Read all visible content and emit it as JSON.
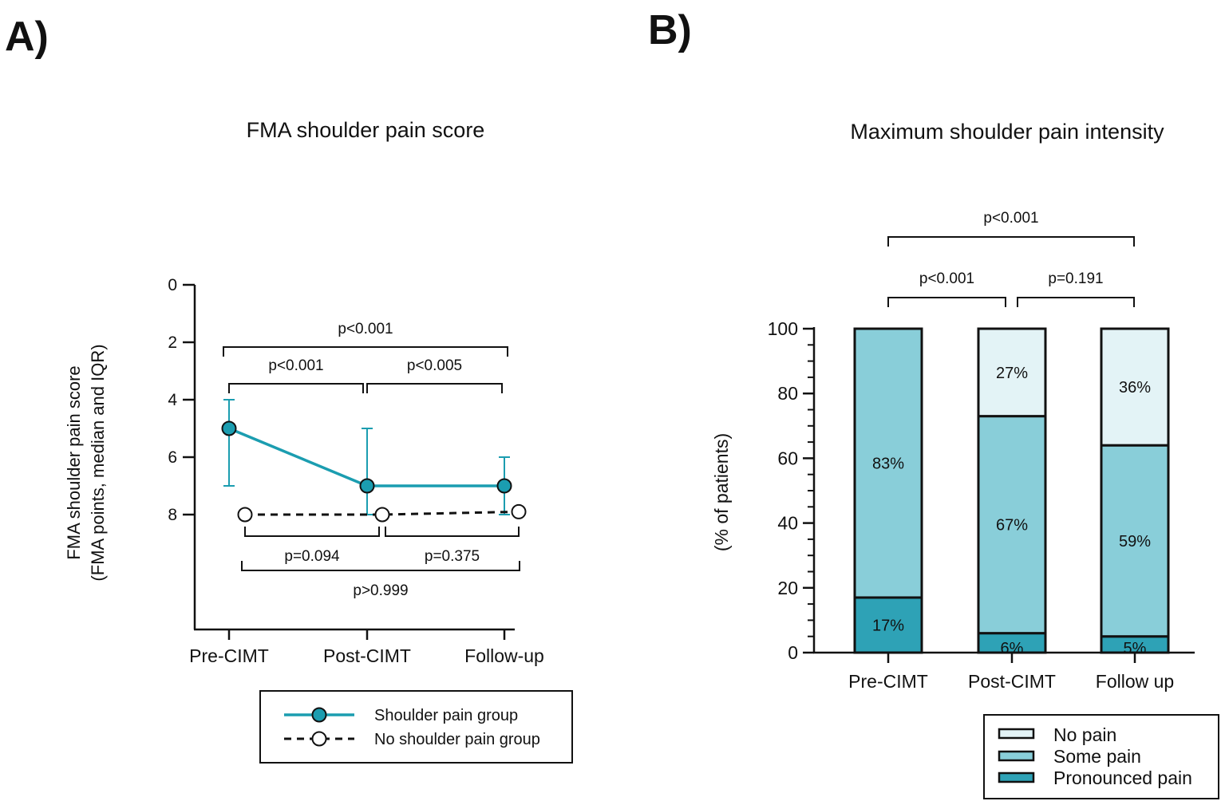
{
  "panel_a": {
    "label": "A)",
    "chart_data": {
      "type": "line",
      "title": "FMA shoulder pain score",
      "ylabel_line1": "FMA shoulder pain score",
      "ylabel_line2": "(FMA points, median and IQR)",
      "categories": [
        "Pre-CIMT",
        "Post-CIMT",
        "Follow-up"
      ],
      "y_ticks": [
        "0",
        "2",
        "4",
        "6",
        "8"
      ],
      "y_axis": "inverted",
      "ylim": [
        0,
        12
      ],
      "series": [
        {
          "name": "Shoulder pain group",
          "median": [
            5,
            7,
            7
          ],
          "iqr_low": [
            4,
            5,
            6
          ],
          "iqr_high": [
            7,
            8,
            8
          ],
          "color": "#1b9db0",
          "marker": "filled-circle",
          "line": "solid"
        },
        {
          "name": "No shoulder pain group",
          "median": [
            8,
            8,
            7.9
          ],
          "color": "#111111",
          "marker": "open-circle",
          "line": "dashed"
        }
      ],
      "comparisons_top": [
        {
          "from": "Pre-CIMT",
          "to": "Follow-up",
          "label": "p<0.001"
        },
        {
          "from": "Pre-CIMT",
          "to": "Post-CIMT",
          "label": "p<0.001"
        },
        {
          "from": "Post-CIMT",
          "to": "Follow-up",
          "label": "p<0.005"
        }
      ],
      "comparisons_bottom": [
        {
          "from": "Pre-CIMT",
          "to": "Post-CIMT",
          "label": "p=0.094"
        },
        {
          "from": "Post-CIMT",
          "to": "Follow-up",
          "label": "p=0.375"
        },
        {
          "from": "Pre-CIMT",
          "to": "Follow-up",
          "label": "p>0.999"
        }
      ],
      "legend": [
        "Shoulder pain group",
        "No shoulder pain group"
      ],
      "legend_position": "bottom"
    }
  },
  "panel_b": {
    "label": "B)",
    "chart_data": {
      "type": "bar",
      "stacked": true,
      "title": "Maximum shoulder pain intensity",
      "ylabel": "(% of patients)",
      "categories": [
        "Pre-CIMT",
        "Post-CIMT",
        "Follow up"
      ],
      "y_ticks": [
        "0",
        "20",
        "40",
        "60",
        "80",
        "100"
      ],
      "ylim": [
        0,
        100
      ],
      "series": [
        {
          "name": "Pronounced pain",
          "values": [
            17,
            6,
            5
          ],
          "labels": [
            "17%",
            "6%",
            "5%"
          ],
          "color": "#2ea2b6"
        },
        {
          "name": "Some pain",
          "values": [
            83,
            67,
            59
          ],
          "labels": [
            "83%",
            "67%",
            "59%"
          ],
          "color": "#89ced9"
        },
        {
          "name": "No pain",
          "values": [
            0,
            27,
            36
          ],
          "labels": [
            "",
            "27%",
            "36%"
          ],
          "color": "#e3f3f6"
        }
      ],
      "comparisons": [
        {
          "from": "Pre-CIMT",
          "to": "Post-CIMT",
          "label": "p<0.001"
        },
        {
          "from": "Post-CIMT",
          "to": "Follow up",
          "label": "p=0.191"
        },
        {
          "from": "Pre-CIMT",
          "to": "Follow up",
          "label": "p<0.001"
        }
      ],
      "legend": [
        "No pain",
        "Some pain",
        "Pronounced pain"
      ],
      "legend_position": "bottom-right"
    }
  }
}
